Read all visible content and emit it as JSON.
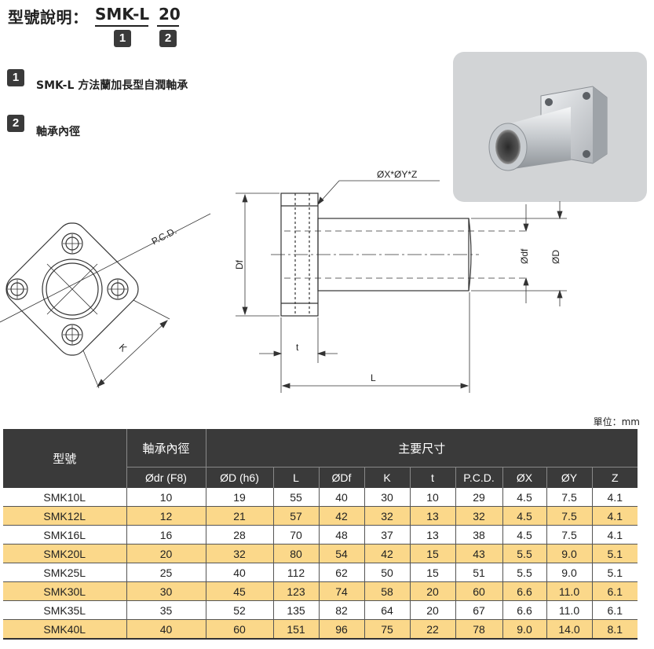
{
  "header": {
    "title": "型號說明：",
    "code_1": "SMK-L",
    "code_2": "20",
    "badge_1": "1",
    "badge_2": "2"
  },
  "legend": [
    {
      "num": "1",
      "text": "SMK-L 方法蘭加長型自潤軸承"
    },
    {
      "num": "2",
      "text": "軸承內徑"
    }
  ],
  "drawing_labels": {
    "pcd": "P.C.D.",
    "k": "K",
    "hole": "ØX*ØY*Z",
    "df": "Df",
    "odf": "Ødf",
    "od": "ØD",
    "t": "t",
    "l": "L"
  },
  "unit": "單位：mm",
  "table": {
    "h_model": "型號",
    "h_inner": "軸承內徑",
    "h_main": "主要尺寸",
    "sub_headers": [
      "Ødr (F8)",
      "ØD (h6)",
      "L",
      "ØDf",
      "K",
      "t",
      "P.C.D.",
      "ØX",
      "ØY",
      "Z"
    ],
    "rows": [
      [
        "SMK10L",
        "10",
        "19",
        "55",
        "40",
        "30",
        "10",
        "29",
        "4.5",
        "7.5",
        "4.1"
      ],
      [
        "SMK12L",
        "12",
        "21",
        "57",
        "42",
        "32",
        "13",
        "32",
        "4.5",
        "7.5",
        "4.1"
      ],
      [
        "SMK16L",
        "16",
        "28",
        "70",
        "48",
        "37",
        "13",
        "38",
        "4.5",
        "7.5",
        "4.1"
      ],
      [
        "SMK20L",
        "20",
        "32",
        "80",
        "54",
        "42",
        "15",
        "43",
        "5.5",
        "9.0",
        "5.1"
      ],
      [
        "SMK25L",
        "25",
        "40",
        "112",
        "62",
        "50",
        "15",
        "51",
        "5.5",
        "9.0",
        "5.1"
      ],
      [
        "SMK30L",
        "30",
        "45",
        "123",
        "74",
        "58",
        "20",
        "60",
        "6.6",
        "11.0",
        "6.1"
      ],
      [
        "SMK35L",
        "35",
        "52",
        "135",
        "82",
        "64",
        "20",
        "67",
        "6.6",
        "11.0",
        "6.1"
      ],
      [
        "SMK40L",
        "40",
        "60",
        "151",
        "96",
        "75",
        "22",
        "78",
        "9.0",
        "14.0",
        "8.1"
      ]
    ]
  },
  "colors": {
    "header_bg": "#3a3a3a",
    "alt_row": "#fbd88a",
    "photo_bg": "#d2d4d6"
  }
}
